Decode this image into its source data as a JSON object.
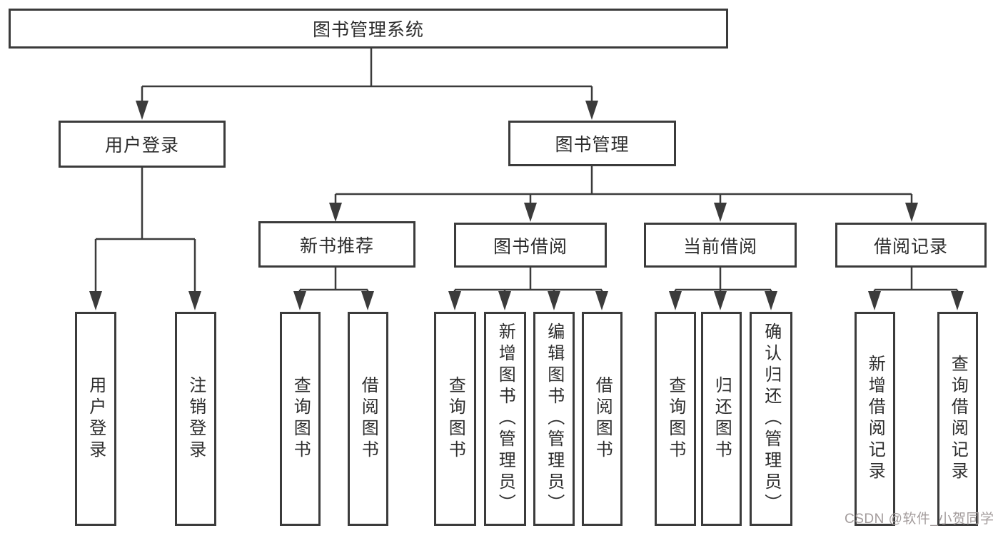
{
  "tree": {
    "root": {
      "label": "图书管理系统"
    },
    "branches": [
      {
        "label": "用户登录",
        "leaves": [
          "用户登录",
          "注销登录"
        ]
      },
      {
        "label": "图书管理",
        "groups": [
          {
            "label": "新书推荐",
            "leaves": [
              "查询图书",
              "借阅图书"
            ]
          },
          {
            "label": "图书借阅",
            "leaves": [
              "查询图书",
              "新增图书（管理员）",
              "编辑图书（管理员）",
              "借阅图书"
            ]
          },
          {
            "label": "当前借阅",
            "leaves": [
              "查询图书",
              "归还图书",
              "确认归还（管理员）"
            ]
          },
          {
            "label": "借阅记录",
            "leaves": [
              "新增借阅记录",
              "查询借阅记录"
            ]
          }
        ]
      }
    ]
  },
  "watermark": {
    "label": "CSDN @软件_小贺同学"
  },
  "colors": {
    "line": "#3b3b3b",
    "box_border": "#3b3b3b",
    "box_background": "#ffffff",
    "text": "#2d2d2d",
    "watermark": "#a39c9c"
  }
}
